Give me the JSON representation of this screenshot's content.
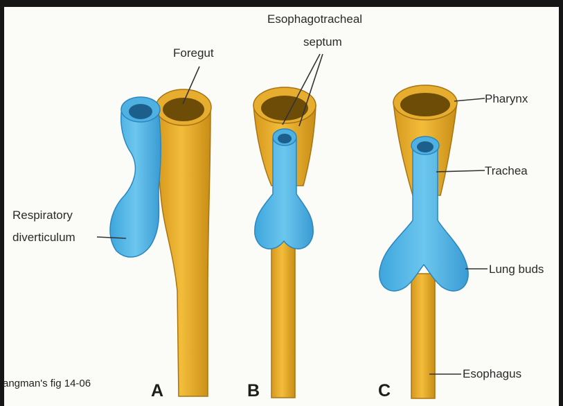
{
  "colors": {
    "foregut": "#f0b52f",
    "foregut_dark": "#b67f12",
    "lumen": "#6b4b08",
    "respiratory": "#56b9e6",
    "respiratory_dark": "#2a88c2"
  },
  "labels": {
    "foregut": "Foregut",
    "septum_line1": "Esophagotracheal",
    "septum_line2": "septum",
    "respiratory_line1": "Respiratory",
    "respiratory_line2": "diverticulum",
    "pharynx": "Pharynx",
    "trachea": "Trachea",
    "lung_buds": "Lung buds",
    "esophagus": "Esophagus",
    "figure_source": "angman's fig 14-06"
  },
  "panels": [
    "A",
    "B",
    "C"
  ]
}
